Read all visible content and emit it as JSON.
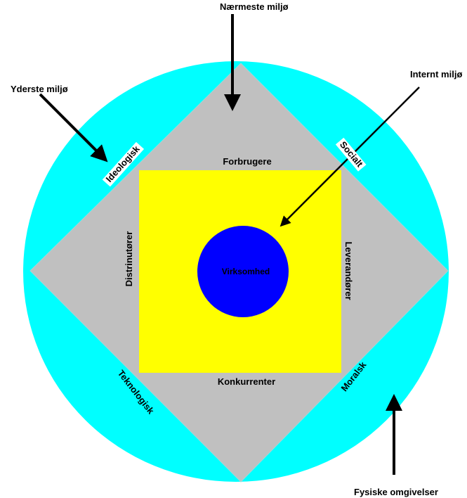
{
  "title_labels": {
    "naermeste": "Nærmeste miljø",
    "yderste": "Yderste miljø",
    "internt": "Internt miljø",
    "fysiske": "Fysiske omgivelser"
  },
  "outer_factors": {
    "ideologisk": "Ideologisk",
    "socialt": "Socialt",
    "teknologisk": "Teknologisk",
    "moralsk": "Moralsk"
  },
  "near_factors": {
    "top": "Forbrugere",
    "bottom": "Konkurrenter",
    "left": "Distrinutører",
    "right": "Leverandører"
  },
  "center": "Virksomhed",
  "colors": {
    "outer": "#00ffff",
    "diamond": "#c0c0c0",
    "square": "#ffff00",
    "core": "#0000ff"
  }
}
